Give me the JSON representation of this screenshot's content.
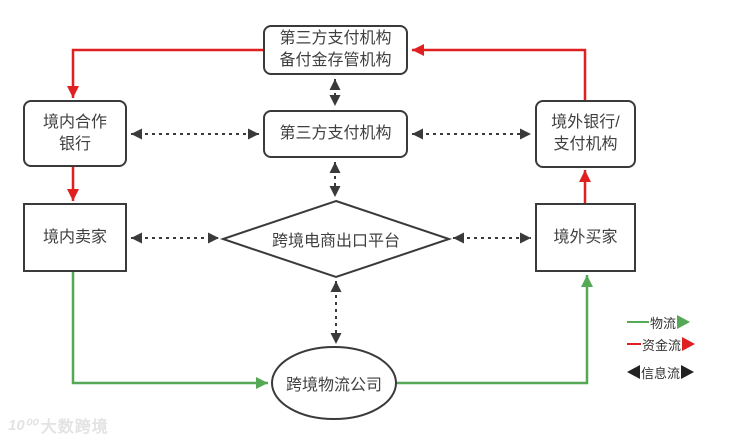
{
  "nodes": {
    "reserve_custodian": {
      "line1": "第三方支付机构",
      "line2": "备付金存管机构"
    },
    "third_party_payment": {
      "label": "第三方支付机构"
    },
    "domestic_bank": {
      "line1": "境内合作",
      "line2": "银行"
    },
    "domestic_seller": {
      "label": "境内卖家"
    },
    "overseas_bank": {
      "line1": "境外银行/",
      "line2": "支付机构"
    },
    "overseas_buyer": {
      "label": "境外买家"
    },
    "platform": {
      "label": "跨境电商出口平台"
    },
    "logistics_company": {
      "label": "跨境物流公司"
    }
  },
  "legend": {
    "items": [
      {
        "label": "物流",
        "type": "logistics-flow",
        "color": "#55a855"
      },
      {
        "label": "资金流",
        "type": "capital-flow",
        "color": "#e02020"
      },
      {
        "label": "信息流",
        "type": "information-flow",
        "color": "#222222"
      }
    ]
  },
  "colors": {
    "logistics_green": "#55a855",
    "capital_red": "#e02020",
    "info_black": "#3a3a3a",
    "node_border": "#3a3a3a"
  },
  "watermark": {
    "logo": "10⁰⁰",
    "brand": "大数跨境"
  }
}
